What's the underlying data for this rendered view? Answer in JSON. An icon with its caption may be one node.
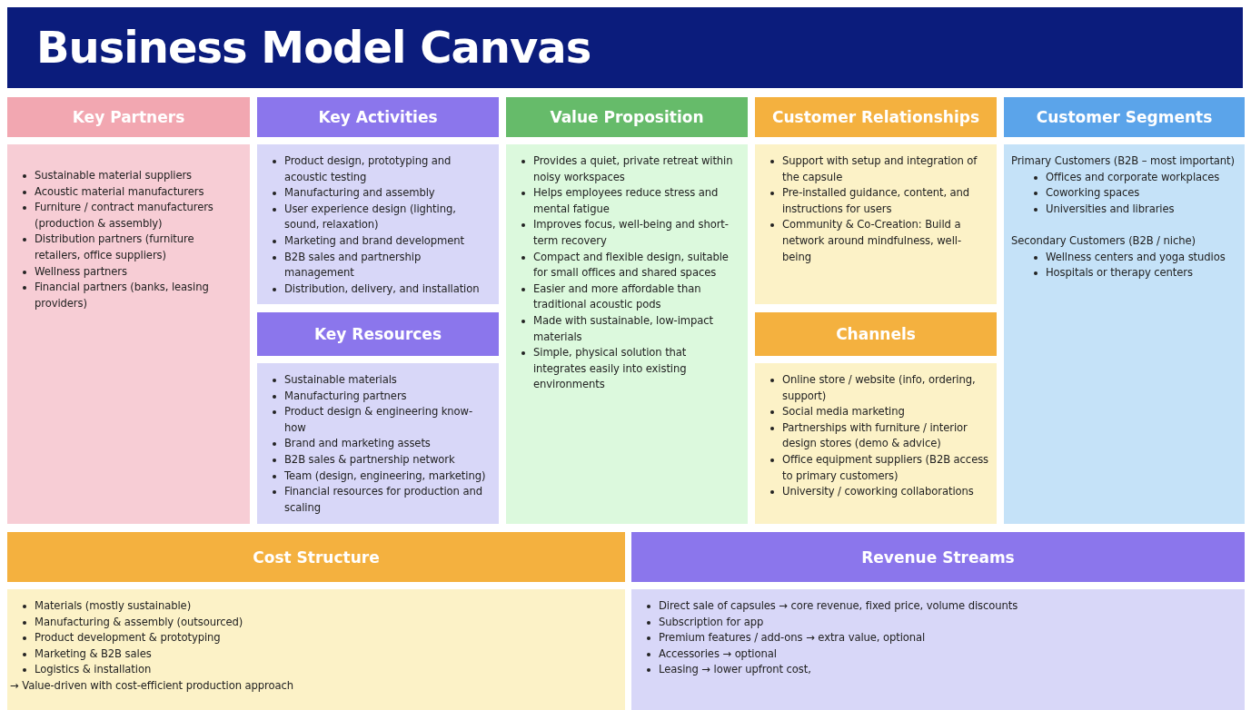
{
  "diagram": {
    "title": "Business Model Canvas",
    "nodes": [
      {
        "text": [
          "Key Partners",
          "Sustainable material suppliers",
          "Acoustic material manufacturers",
          "Furniture / contract manufacturers (production & assembly)",
          "Distribution partners (furniture retailers, office suppliers)",
          "Wellness partners",
          "Financial partners (banks, leasing providers)"
        ]
      },
      {
        "text": [
          "Key Activities",
          "Product design, prototyping and acoustic testing",
          "Manufacturing and assembly",
          "User experience design (lighting, sound, relaxation)",
          "Marketing and brand development",
          "B2B sales and partnership management",
          "Distribution, delivery, and installation"
        ]
      },
      {
        "text": [
          "Key Resources",
          "Sustainable materials",
          "Manufacturing partners",
          "Product design & engineering know-how",
          "Brand and marketing assets",
          "B2B sales & partnership network",
          "Team (design, engineering, marketing)",
          "Financial resources for production and scaling"
        ]
      },
      {
        "text": [
          "Value Proposition",
          "Provides a quiet, private retreat within noisy workspaces",
          "Helps employees reduce stress and mental fatigue",
          "Improves focus, well-being and short-term recovery",
          "Compact and flexible design, suitable for small offices and shared spaces",
          "Easier and more affordable than traditional acoustic pods",
          "Made with sustainable, low-impact materials",
          "Simple, physical solution that integrates easily into existing environments"
        ]
      },
      {
        "text": [
          "Customer Relationships",
          "Support with setup and integration of the capsule",
          "Pre-installed guidance, content, and instructions for users",
          "Community & Co-Creation: Build a network around mindfulness, well-being"
        ]
      },
      {
        "text": [
          "Channels",
          "Online store / website (info, ordering, support)",
          "Social media marketing",
          "Partnerships with furniture / interior design stores (demo & advice)",
          "Office equipment suppliers (B2B access to primary customers)",
          "University / coworking collaborations"
        ]
      },
      {
        "text": [
          "Customer Segments",
          "Primary Customers (B2B – most important)",
          "Offices and corporate workplaces",
          "Coworking spaces",
          "Universities and libraries",
          "Secondary Customers (B2B / niche)",
          "Wellness centers and yoga studios",
          "Hospitals or therapy centers"
        ]
      },
      {
        "text": [
          "Cost Structure",
          "Materials (mostly sustainable)",
          "Manufacturing & assembly (outsourced)",
          "Product development & prototyping",
          "Marketing & B2B sales",
          "Logistics & installation",
          "→ Value-driven with cost-efficient production approach"
        ]
      },
      {
        "text": [
          "Revenue Streams",
          "Direct sale of capsules → core revenue, fixed price, volume discounts",
          "Subscription for app",
          "Premium features / add-ons → extra value, optional",
          "Accessories → optional",
          "Leasing → lower upfront cost,"
        ]
      }
    ]
  }
}
